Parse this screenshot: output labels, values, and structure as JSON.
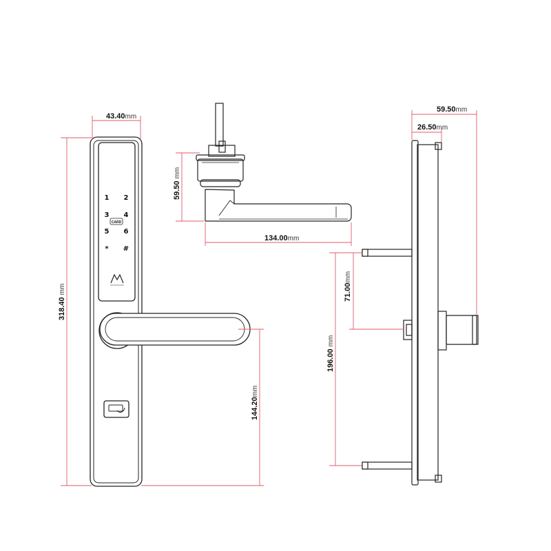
{
  "colors": {
    "dimension_line": "#e05a6a",
    "outline": "#222222",
    "text": "#111111"
  },
  "unit": "mm",
  "front_view": {
    "keypad_keys": [
      "1",
      "2",
      "3",
      "4",
      "5",
      "6",
      "*",
      "#"
    ],
    "card_label": "CARD",
    "logo_icon": "brand-logo-icon",
    "width_dim": "43.40",
    "height_dim": "318.40",
    "handle_height_dim": "144.20"
  },
  "top_view": {
    "spindle_height_dim": "59.50",
    "handle_length_dim": "134.00"
  },
  "side_view": {
    "total_depth_dim": "59.50",
    "body_depth_dim": "26.50",
    "upper_screw_offset_dim": "71.00",
    "screw_spacing_dim": "196.00"
  }
}
